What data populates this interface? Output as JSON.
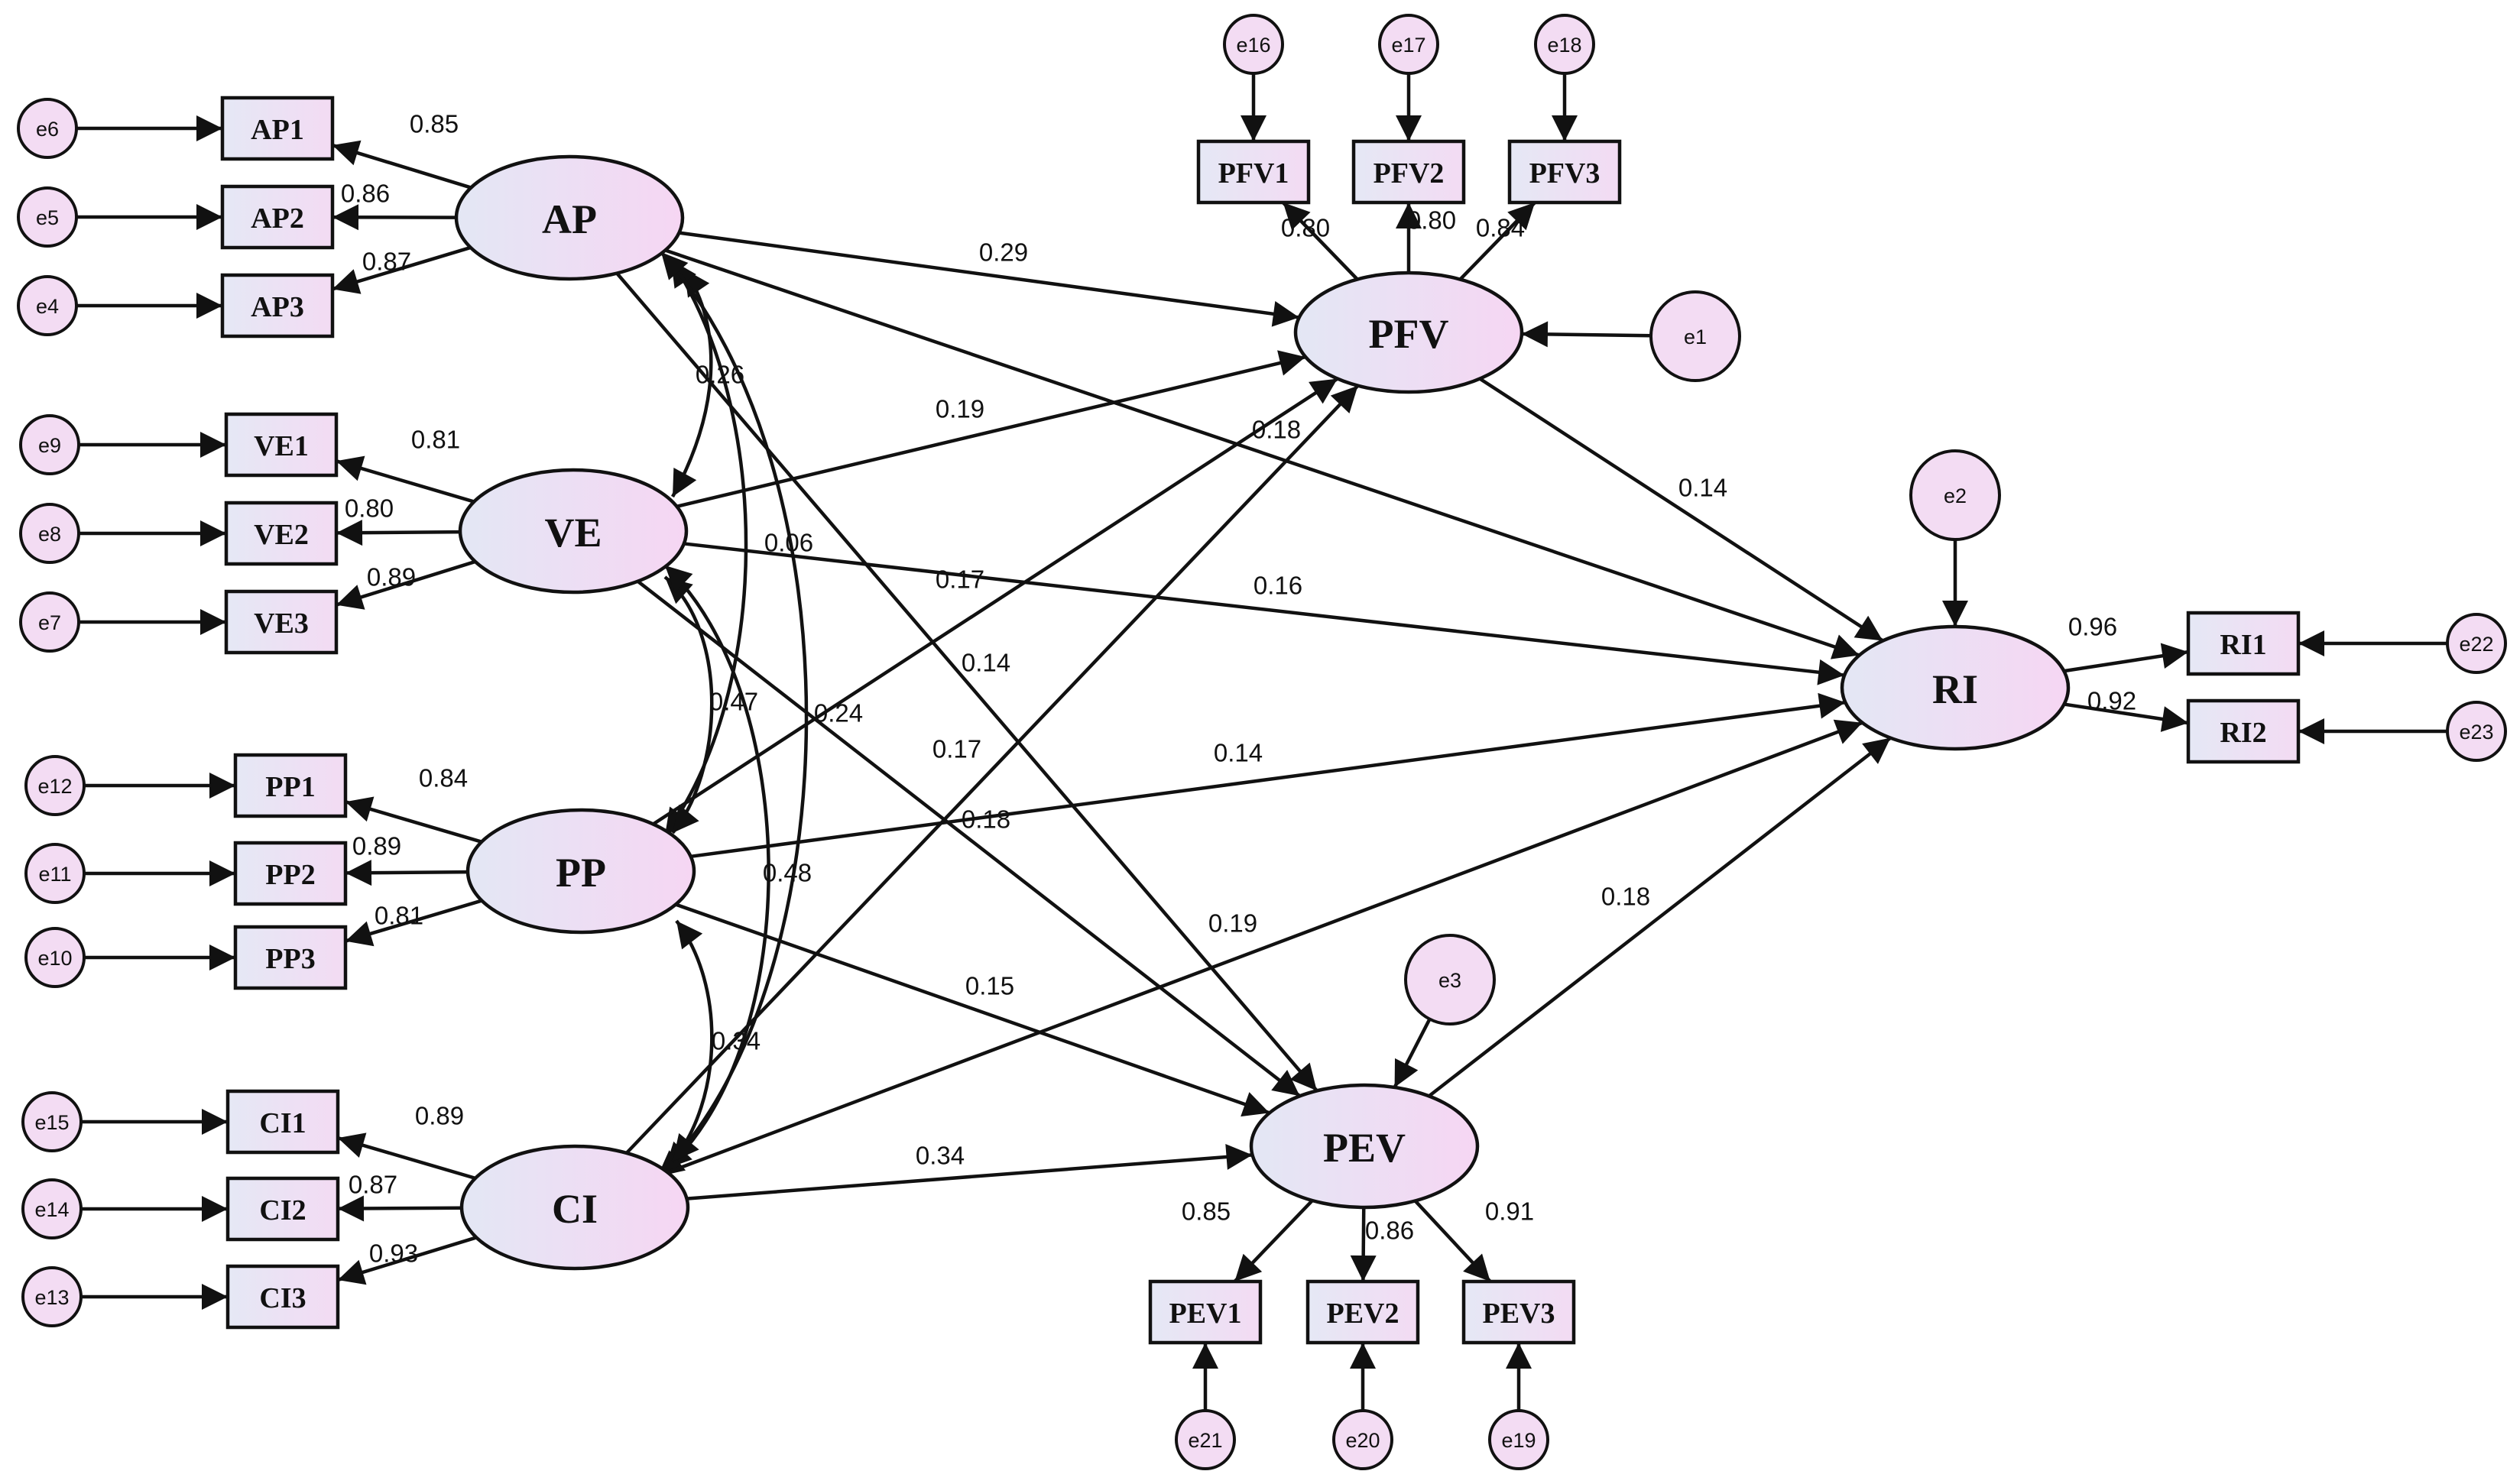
{
  "colors": {
    "background": "#ffffff",
    "latent_fill_left": "#e3e7f4",
    "latent_fill_right": "#f6d6f3",
    "observed_fill_left": "#e5e8f5",
    "observed_fill_right": "#f3dbf3",
    "error_fill": "#f3dcf3",
    "line": "#111111"
  },
  "latent": [
    {
      "id": "AP",
      "label": "AP"
    },
    {
      "id": "VE",
      "label": "VE"
    },
    {
      "id": "PP",
      "label": "PP"
    },
    {
      "id": "CI",
      "label": "CI"
    },
    {
      "id": "PFV",
      "label": "PFV"
    },
    {
      "id": "PEV",
      "label": "PEV"
    },
    {
      "id": "RI",
      "label": "RI"
    }
  ],
  "observed": [
    {
      "id": "AP1",
      "label": "AP1"
    },
    {
      "id": "AP2",
      "label": "AP2"
    },
    {
      "id": "AP3",
      "label": "AP3"
    },
    {
      "id": "VE1",
      "label": "VE1"
    },
    {
      "id": "VE2",
      "label": "VE2"
    },
    {
      "id": "VE3",
      "label": "VE3"
    },
    {
      "id": "PP1",
      "label": "PP1"
    },
    {
      "id": "PP2",
      "label": "PP2"
    },
    {
      "id": "PP3",
      "label": "PP3"
    },
    {
      "id": "CI1",
      "label": "CI1"
    },
    {
      "id": "CI2",
      "label": "CI2"
    },
    {
      "id": "CI3",
      "label": "CI3"
    },
    {
      "id": "PFV1",
      "label": "PFV1"
    },
    {
      "id": "PFV2",
      "label": "PFV2"
    },
    {
      "id": "PFV3",
      "label": "PFV3"
    },
    {
      "id": "PEV1",
      "label": "PEV1"
    },
    {
      "id": "PEV2",
      "label": "PEV2"
    },
    {
      "id": "PEV3",
      "label": "PEV3"
    },
    {
      "id": "RI1",
      "label": "RI1"
    },
    {
      "id": "RI2",
      "label": "RI2"
    }
  ],
  "errors": [
    {
      "id": "e1",
      "label": "e1",
      "target": "PFV"
    },
    {
      "id": "e2",
      "label": "e2",
      "target": "RI"
    },
    {
      "id": "e3",
      "label": "e3",
      "target": "PEV"
    },
    {
      "id": "e4",
      "label": "e4",
      "target": "AP3"
    },
    {
      "id": "e5",
      "label": "e5",
      "target": "AP2"
    },
    {
      "id": "e6",
      "label": "e6",
      "target": "AP1"
    },
    {
      "id": "e7",
      "label": "e7",
      "target": "VE3"
    },
    {
      "id": "e8",
      "label": "e8",
      "target": "VE2"
    },
    {
      "id": "e9",
      "label": "e9",
      "target": "VE1"
    },
    {
      "id": "e10",
      "label": "e10",
      "target": "PP3"
    },
    {
      "id": "e11",
      "label": "e11",
      "target": "PP2"
    },
    {
      "id": "e12",
      "label": "e12",
      "target": "PP1"
    },
    {
      "id": "e13",
      "label": "e13",
      "target": "CI3"
    },
    {
      "id": "e14",
      "label": "e14",
      "target": "CI2"
    },
    {
      "id": "e15",
      "label": "e15",
      "target": "CI1"
    },
    {
      "id": "e16",
      "label": "e16",
      "target": "PFV1"
    },
    {
      "id": "e17",
      "label": "e17",
      "target": "PFV2"
    },
    {
      "id": "e18",
      "label": "e18",
      "target": "PFV3"
    },
    {
      "id": "e19",
      "label": "e19",
      "target": "PEV3"
    },
    {
      "id": "e20",
      "label": "e20",
      "target": "PEV2"
    },
    {
      "id": "e21",
      "label": "e21",
      "target": "PEV1"
    },
    {
      "id": "e22",
      "label": "e22",
      "target": "RI1"
    },
    {
      "id": "e23",
      "label": "e23",
      "target": "RI2"
    }
  ],
  "loadings": [
    {
      "from": "AP",
      "to": "AP1",
      "value": "0.85"
    },
    {
      "from": "AP",
      "to": "AP2",
      "value": "0.86"
    },
    {
      "from": "AP",
      "to": "AP3",
      "value": "0.87"
    },
    {
      "from": "VE",
      "to": "VE1",
      "value": "0.81"
    },
    {
      "from": "VE",
      "to": "VE2",
      "value": "0.80"
    },
    {
      "from": "VE",
      "to": "VE3",
      "value": "0.89"
    },
    {
      "from": "PP",
      "to": "PP1",
      "value": "0.84"
    },
    {
      "from": "PP",
      "to": "PP2",
      "value": "0.89"
    },
    {
      "from": "PP",
      "to": "PP3",
      "value": "0.81"
    },
    {
      "from": "CI",
      "to": "CI1",
      "value": "0.89"
    },
    {
      "from": "CI",
      "to": "CI2",
      "value": "0.87"
    },
    {
      "from": "CI",
      "to": "CI3",
      "value": "0.93"
    },
    {
      "from": "PFV",
      "to": "PFV1",
      "value": "0.80"
    },
    {
      "from": "PFV",
      "to": "PFV2",
      "value": "0.80"
    },
    {
      "from": "PFV",
      "to": "PFV3",
      "value": "0.84"
    },
    {
      "from": "PEV",
      "to": "PEV1",
      "value": "0.85"
    },
    {
      "from": "PEV",
      "to": "PEV2",
      "value": "0.86"
    },
    {
      "from": "PEV",
      "to": "PEV3",
      "value": "0.91"
    },
    {
      "from": "RI",
      "to": "RI1",
      "value": "0.96"
    },
    {
      "from": "RI",
      "to": "RI2",
      "value": "0.92"
    }
  ],
  "paths": [
    {
      "from": "AP",
      "to": "PFV",
      "value": "0.29"
    },
    {
      "from": "AP",
      "to": "RI",
      "value": "0.18"
    },
    {
      "from": "AP",
      "to": "PEV",
      "value": "0.14"
    },
    {
      "from": "VE",
      "to": "PFV",
      "value": "0.19"
    },
    {
      "from": "VE",
      "to": "RI",
      "value": "0.16"
    },
    {
      "from": "VE",
      "to": "PEV",
      "value": "0.17"
    },
    {
      "from": "PP",
      "to": "PFV",
      "value": "0.17"
    },
    {
      "from": "PP",
      "to": "RI",
      "value": "0.14"
    },
    {
      "from": "PP",
      "to": "PEV",
      "value": "0.15"
    },
    {
      "from": "CI",
      "to": "PFV",
      "value": "0.18"
    },
    {
      "from": "CI",
      "to": "RI",
      "value": "0.19"
    },
    {
      "from": "CI",
      "to": "PEV",
      "value": "0.34"
    },
    {
      "from": "PFV",
      "to": "RI",
      "value": "0.14"
    },
    {
      "from": "PEV",
      "to": "RI",
      "value": "0.18"
    }
  ],
  "covariances": [
    {
      "a": "AP",
      "b": "VE",
      "value": "0.26"
    },
    {
      "a": "AP",
      "b": "PP",
      "value": "0.06"
    },
    {
      "a": "AP",
      "b": "CI",
      "value": "0.24"
    },
    {
      "a": "VE",
      "b": "PP",
      "value": "0.47"
    },
    {
      "a": "VE",
      "b": "CI",
      "value": "0.48"
    },
    {
      "a": "PP",
      "b": "CI",
      "value": "0.34"
    }
  ]
}
